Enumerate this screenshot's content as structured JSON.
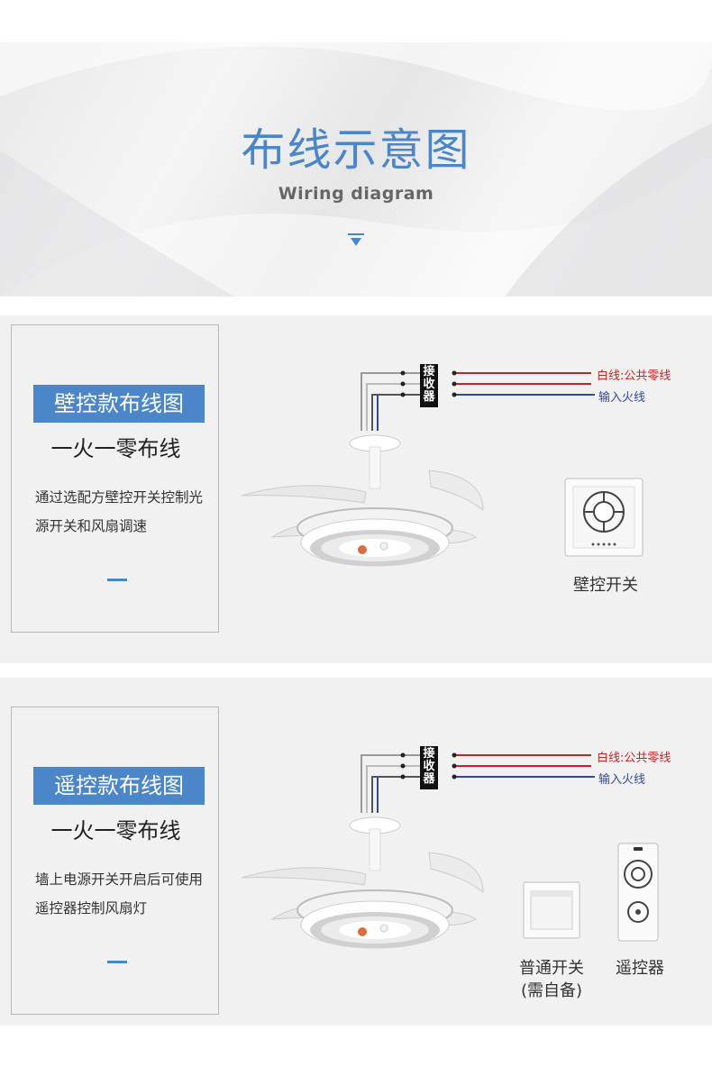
{
  "header": {
    "title_zh": "布线示意图",
    "title_en": "Wiring diagram"
  },
  "colors": {
    "accent": "#4a86c8",
    "section_bg": "#f1f1f2",
    "white_wire_label": "#c42424",
    "live_wire_label": "#2f4a9a"
  },
  "icons": [
    "chevron-down-icon",
    "ceiling-fan-icon",
    "wall-switch-icon",
    "toggle-switch-icon",
    "remote-control-icon"
  ],
  "sections": [
    {
      "card_title": "壁控款布线图",
      "card_subtitle": "一火一零布线",
      "card_desc": "通过选配方壁控开关控制光源开关和风扇调速",
      "receiver_label": "接收器",
      "wire_white": "白线:公共零线",
      "wire_live": "输入火线",
      "device_caption": "壁控开关"
    },
    {
      "card_title": "遥控款布线图",
      "card_subtitle": "一火一零布线",
      "card_desc": "墙上电源开关开启后可使用遥控器控制风扇灯",
      "receiver_label": "接收器",
      "wire_white": "白线:公共零线",
      "wire_live": "输入火线",
      "switch_caption_line1": "普通开关",
      "switch_caption_line2": "(需自备)",
      "remote_caption": "遥控器"
    }
  ]
}
